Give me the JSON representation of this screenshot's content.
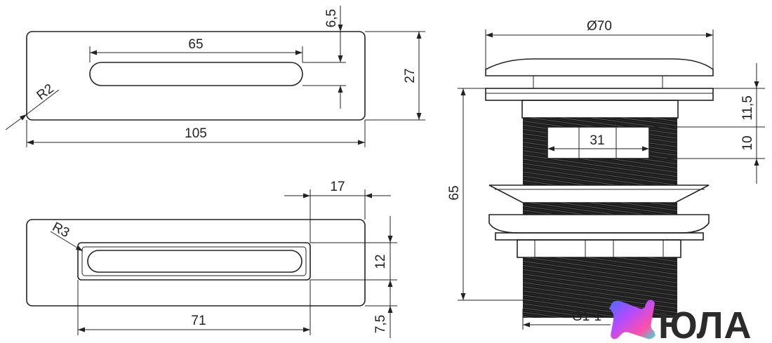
{
  "views": {
    "top": {
      "overall_length": "105",
      "slot_length": "65",
      "height": "27",
      "slot_offset": "6,5",
      "corner_radius": "R2"
    },
    "bottom": {
      "inner_length": "71",
      "end_width": "17",
      "slot_height": "12",
      "bottom_offset": "7,5",
      "corner_radius": "R3"
    },
    "side": {
      "diameter": "Ø70",
      "total_height": "65",
      "cap_height": "11,5",
      "window_height": "10",
      "window_width": "31",
      "thread": "G1-1"
    }
  },
  "logo": {
    "text": "ЮЛА",
    "colors": [
      "#4a6bff",
      "#b44cff",
      "#ff4fa8",
      "#2ee6d6"
    ]
  }
}
